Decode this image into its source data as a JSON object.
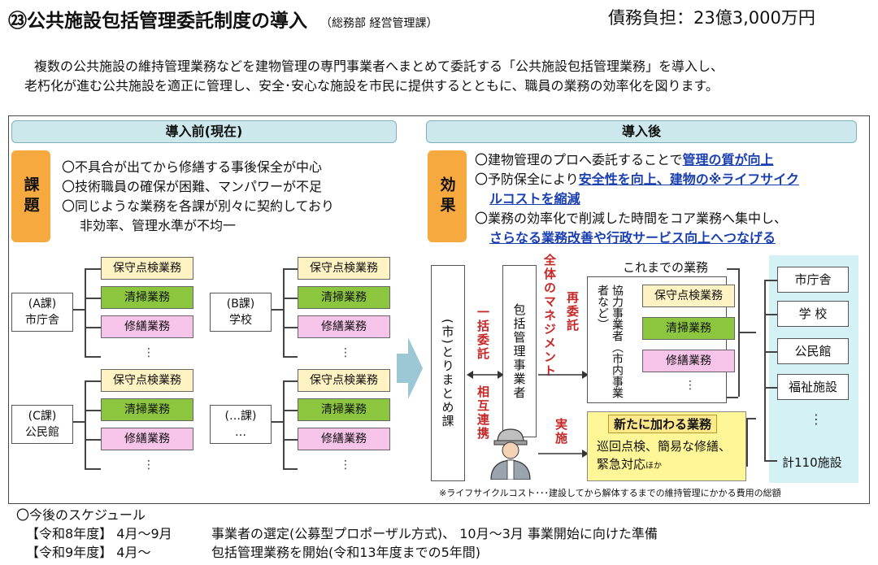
{
  "header": {
    "title": "㉓公共施設包括管理委託制度の導入",
    "department": "（総務部 経営管理課）",
    "budget": "債務負担：23億3,000万円"
  },
  "intro": {
    "line1": "複数の公共施設の維持管理業務などを建物管理の専門事業者へまとめて委託する「公共施設包括管理業務」を導入し、",
    "line2": "老朽化が進む公共施設を適正に管理し、安全･安心な施設を市民に提供するとともに、職員の業務の効率化を図ります。"
  },
  "before": {
    "heading": "導入前(現在)",
    "badge": "課題",
    "issues": [
      "〇不具合が出てから修繕する事後保全が中心",
      "〇技術職員の確保が困難、マンパワーが不足",
      "〇同じような業務を各課が別々に契約しており",
      "非効率、管理水準が不均一"
    ],
    "depts": [
      {
        "line1": "(A課)",
        "line2": "市庁舎"
      },
      {
        "line1": "(B課)",
        "line2": "学校"
      },
      {
        "line1": "(C課)",
        "line2": "公民館"
      },
      {
        "line1": "(…課)",
        "line2": "…"
      }
    ],
    "tasks": {
      "maint": "保守点検業務",
      "clean": "清掃業務",
      "repair": "修繕業務",
      "ellipsis": "⋮"
    }
  },
  "after": {
    "heading": "導入後",
    "badge": "効果",
    "effects": {
      "l1_a": "〇建物管理のプロへ委託することで",
      "l1_b": "管理の質が向上",
      "l2_a": "〇予防保全により",
      "l2_b": "安全性を向上、建物の※ライフサイク",
      "l3": "ルコストを縮減",
      "l4": "〇業務の効率化で削減した時間をコア業務へ集中し、",
      "l5": "さらなる業務改善や行政サービス向上へつなげる"
    },
    "city": "(市)とりまとめ課",
    "lump": "一括委託",
    "mutual": "相互連携",
    "contractor": "包括管理事業者",
    "management": "全体のマネジメント",
    "resub": "再委託",
    "impl": "実施",
    "coop_title": "これまでの業務",
    "coop_label": "協力事業者（市内事業者など）",
    "new_title": "新たに加わる業務",
    "new_line1": "巡回点検、簡易な修繕、",
    "new_line2": "緊急対応",
    "new_small": "ほか",
    "facilities": [
      "市庁舎",
      "学 校",
      "公民館",
      "福祉施設"
    ],
    "fac_ellipsis": "⋮",
    "fac_total": "計110施設"
  },
  "note": "※ライフサイクルコスト･･･建設してから解体するまでの維持管理にかかる費用の総額",
  "schedule": {
    "heading": "〇今後のスケジュール",
    "rows": [
      {
        "year": "【令和8年度】",
        "period": "4月～9月",
        "text": "事業者の選定(公募型プロポーザル方式)、 10月～3月  事業開始に向けた準備"
      },
      {
        "year": "【令和9年度】",
        "period": "4月～",
        "text": "包括管理業務を開始(令和13年度までの5年間)"
      }
    ]
  }
}
